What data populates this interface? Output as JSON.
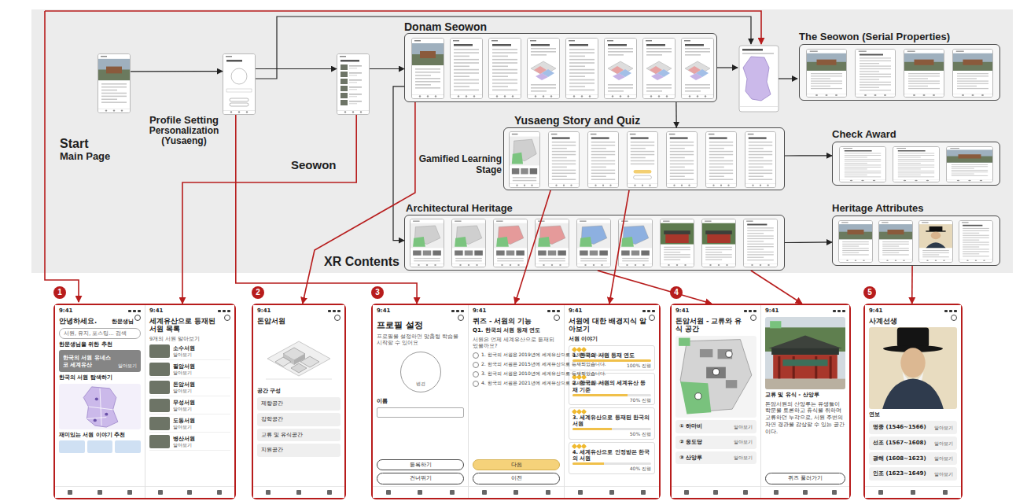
{
  "diagram": {
    "nodes": [
      {
        "text": [
          "Start",
          "Main Page"
        ]
      },
      {
        "text": [
          "Profile Setting",
          "Personalization (Yusaeng)"
        ]
      },
      {
        "text": [
          "Seowon"
        ]
      },
      {
        "text": [
          "Donam Seowon"
        ]
      },
      {
        "text": [
          "Yusaeng Story and Quiz"
        ]
      },
      {
        "text": [
          "Architectural Heritage"
        ]
      },
      {
        "text": [
          "The Seowon (Serial Properties)"
        ]
      },
      {
        "text": [
          "Check Award"
        ]
      },
      {
        "text": [
          "Heritage Attributes"
        ]
      },
      {
        "text": [
          "1"
        ]
      },
      {
        "text": [
          "9:41",
          "안녕하세요.",
          "한문생님",
          "서원, 유지, 포스팅... 검색",
          "한문생님을 위한 추천",
          "한국의 서원 유네스코 세계유산",
          "알아보기",
          "한국의 서원 탐색하기",
          "재미있는 서원 이야기 추천"
        ],
        "in": 9
      },
      {
        "text": [
          "9:41",
          "세계유산으로 등재된 서원 목록",
          "9개의 서원 알아보기",
          "소수서원",
          "알아보기",
          "필암서원",
          "알아보기",
          "돈암서원",
          "알아보기",
          "무성서원",
          "알아보기",
          "도동서원",
          "알아보기",
          "병산서원",
          "알아보기"
        ],
        "in": 9
      },
      {
        "text": [
          "2"
        ]
      },
      {
        "text": [
          "9:41",
          "돈암서원",
          "공간 구성",
          "제향공간",
          "강학공간",
          "교류 및 유식공간",
          "지원공간"
        ],
        "in": 12
      },
      {
        "text": [
          "3"
        ]
      },
      {
        "text": [
          "9:41",
          "프로필 설정",
          "프로필을 설정하면 맞춤형 학습을 시작할 수 있어요",
          "변경",
          "이름",
          "등록하기",
          "건너뛰기"
        ],
        "in": 14
      },
      {
        "text": [
          "9:41",
          "퀴즈 - 서원의 기능",
          "Q1. 한국의 서원 등재 연도",
          "서원은 언제 세계유산으로 등재되었을까요?",
          "1. 한국의 서원은 2019년에 세계유산으로 등재되었습니다.",
          "2. 한국의 서원은 2015년에 세계유산으로 등재되었습니다.",
          "3. 한국의 서원은 2010년에 세계유산으로 등재되었습니다.",
          "4. 한국의 서원은 2021년에 세계유산으로 등재되었습니다.",
          "다음",
          "이전"
        ],
        "in": 14
      },
      {
        "text": [
          "9:41",
          "서원에 대한 배경지식 알아보기",
          "서원 이야기",
          "1. 한국의 서원 등재 연도",
          "100% 진행",
          "2. 한국의 서원의 세계유산 등재 기준",
          "70% 진행",
          "3. 세계유산으로 등재된 한국의 서원",
          "50% 진행",
          "4. 세계유산으로 인정받은 한국의 서원",
          "40% 진행"
        ],
        "in": 14
      },
      {
        "text": [
          "4"
        ]
      },
      {
        "text": [
          "9:41",
          "돈암서원 - 교류와 유식 공간",
          "① 하마비",
          "알아보기",
          "② 응도당",
          "알아보기",
          "③ 산앙루",
          "알아보기"
        ],
        "in": 18
      },
      {
        "text": [
          "9:41",
          "교류 및 유식 - 산앙루",
          "돈암서원의 산앙루는 유생들이 학문을 토론하고 휴식을 취하며 교류하던 누각으로, 서원 주변의 자연 경관을 감상할 수 있는 공간이다.",
          "퀴즈 풀러가기"
        ],
        "in": 18
      },
      {
        "text": [
          "5"
        ]
      },
      {
        "text": [
          "9:41",
          "사계선생",
          "연보",
          "명종 (1546~1566)",
          "알아보기",
          "선조 (1567~1608)",
          "알아보기",
          "광해 (1608~1623)",
          "알아보기",
          "인조 (1623~1649)",
          "알아보기"
        ],
        "in": 21
      }
    ],
    "edges": [
      {
        "from": 0,
        "to": 1,
        "arrow": "to"
      },
      {
        "from": 1,
        "to": 2,
        "arrow": "to"
      },
      {
        "from": 2,
        "to": 3,
        "arrow": "to"
      },
      {
        "from": 3,
        "to": 4,
        "arrow": "to"
      },
      {
        "from": 3,
        "to": 5,
        "arrow": "to"
      },
      {
        "from": 4,
        "to": 7,
        "arrow": "to"
      },
      {
        "from": 5,
        "to": 8,
        "arrow": "to"
      },
      {
        "from": 2,
        "to": 9,
        "arrow": "to"
      },
      {
        "from": 1,
        "to": 14,
        "arrow": "to"
      },
      {
        "from": 3,
        "to": 12,
        "arrow": "to"
      },
      {
        "from": 4,
        "to": 14,
        "arrow": "to"
      },
      {
        "from": 4,
        "to": 14,
        "arrow": "to"
      },
      {
        "from": 5,
        "to": 18,
        "arrow": "to"
      },
      {
        "from": 5,
        "to": 18,
        "arrow": "to"
      },
      {
        "from": 8,
        "to": 21,
        "arrow": "to"
      }
    ],
    "labels": [
      "Gamified Learning Stage",
      "XR Contents"
    ]
  }
}
